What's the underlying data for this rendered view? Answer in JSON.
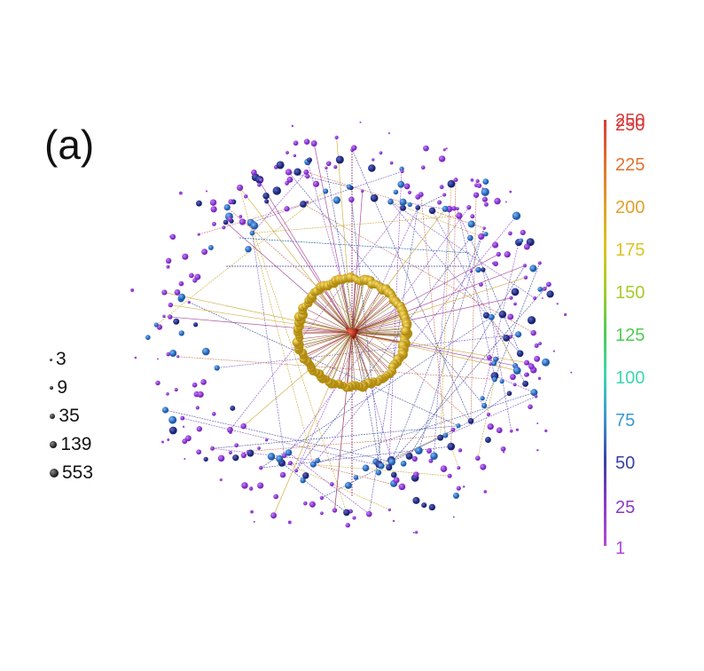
{
  "panel": {
    "label": "(a)"
  },
  "size_legend": [
    {
      "value": "3",
      "r": 1.5
    },
    {
      "value": "9",
      "r": 2.2
    },
    {
      "value": "35",
      "r": 3.2
    },
    {
      "value": "139",
      "r": 4.2
    },
    {
      "value": "553",
      "r": 5.0
    }
  ],
  "color_legend": {
    "ticks": [
      "250",
      "1",
      "25",
      "50",
      "75",
      "100",
      "125",
      "150",
      "175",
      "200",
      "225",
      "250"
    ],
    "top_overlap_label": "250"
  },
  "colors": {
    "hub": "#c83a2a",
    "ring": "#d8b21c",
    "inner_blue": "#3a7fd0",
    "dark_blue": "#2a3a8a",
    "outer_purple": "#9a42d8"
  }
}
